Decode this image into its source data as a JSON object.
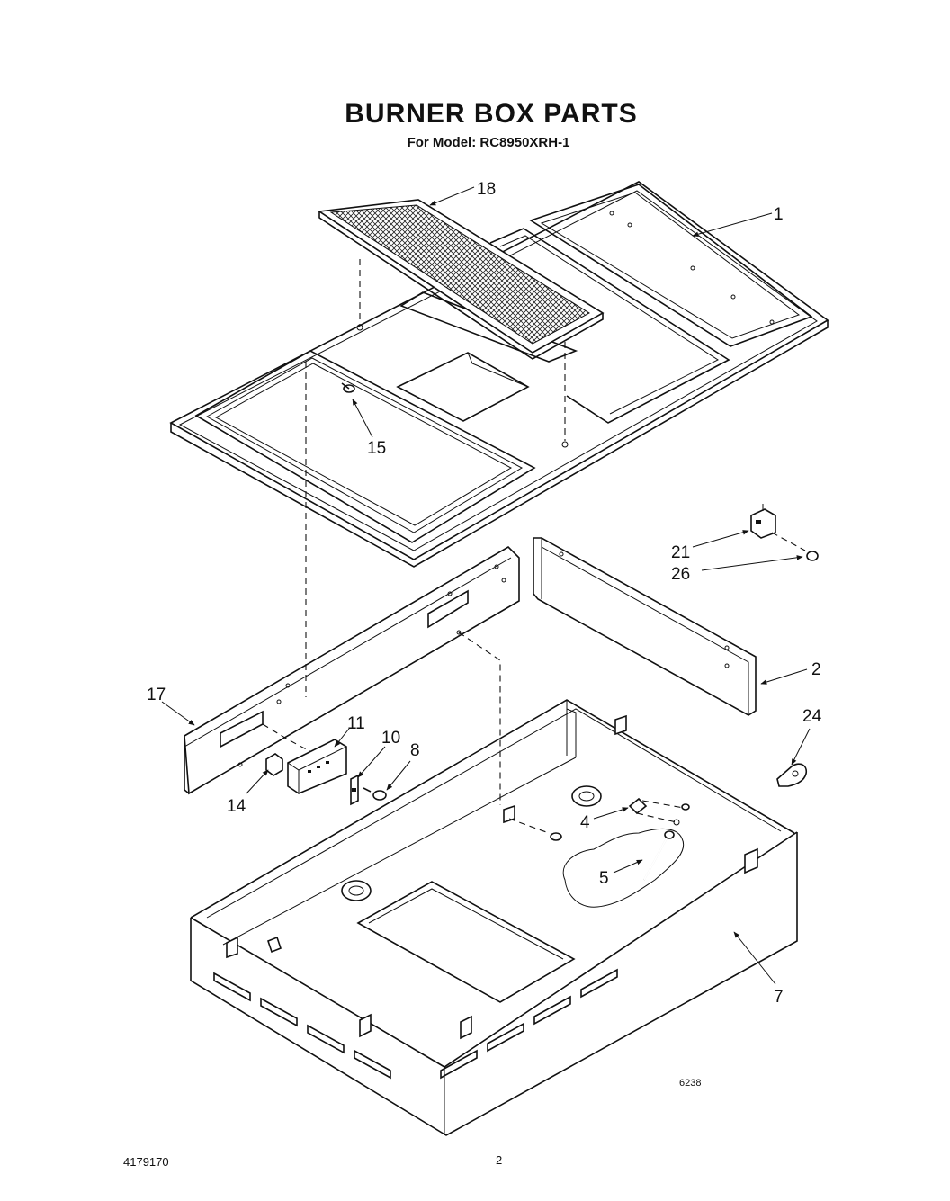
{
  "title": "BURNER BOX PARTS",
  "subtitle": "For Model: RC8950XRH-1",
  "drawing_code": "6238",
  "footer": {
    "doc_number": "4179170",
    "page_number": "2"
  },
  "callouts": {
    "p1": "1",
    "p2": "2",
    "p4": "4",
    "p5": "5",
    "p7": "7",
    "p8": "8",
    "p10": "10",
    "p11": "11",
    "p14": "14",
    "p15": "15",
    "p17": "17",
    "p18": "18",
    "p21": "21",
    "p24": "24",
    "p26": "26"
  }
}
